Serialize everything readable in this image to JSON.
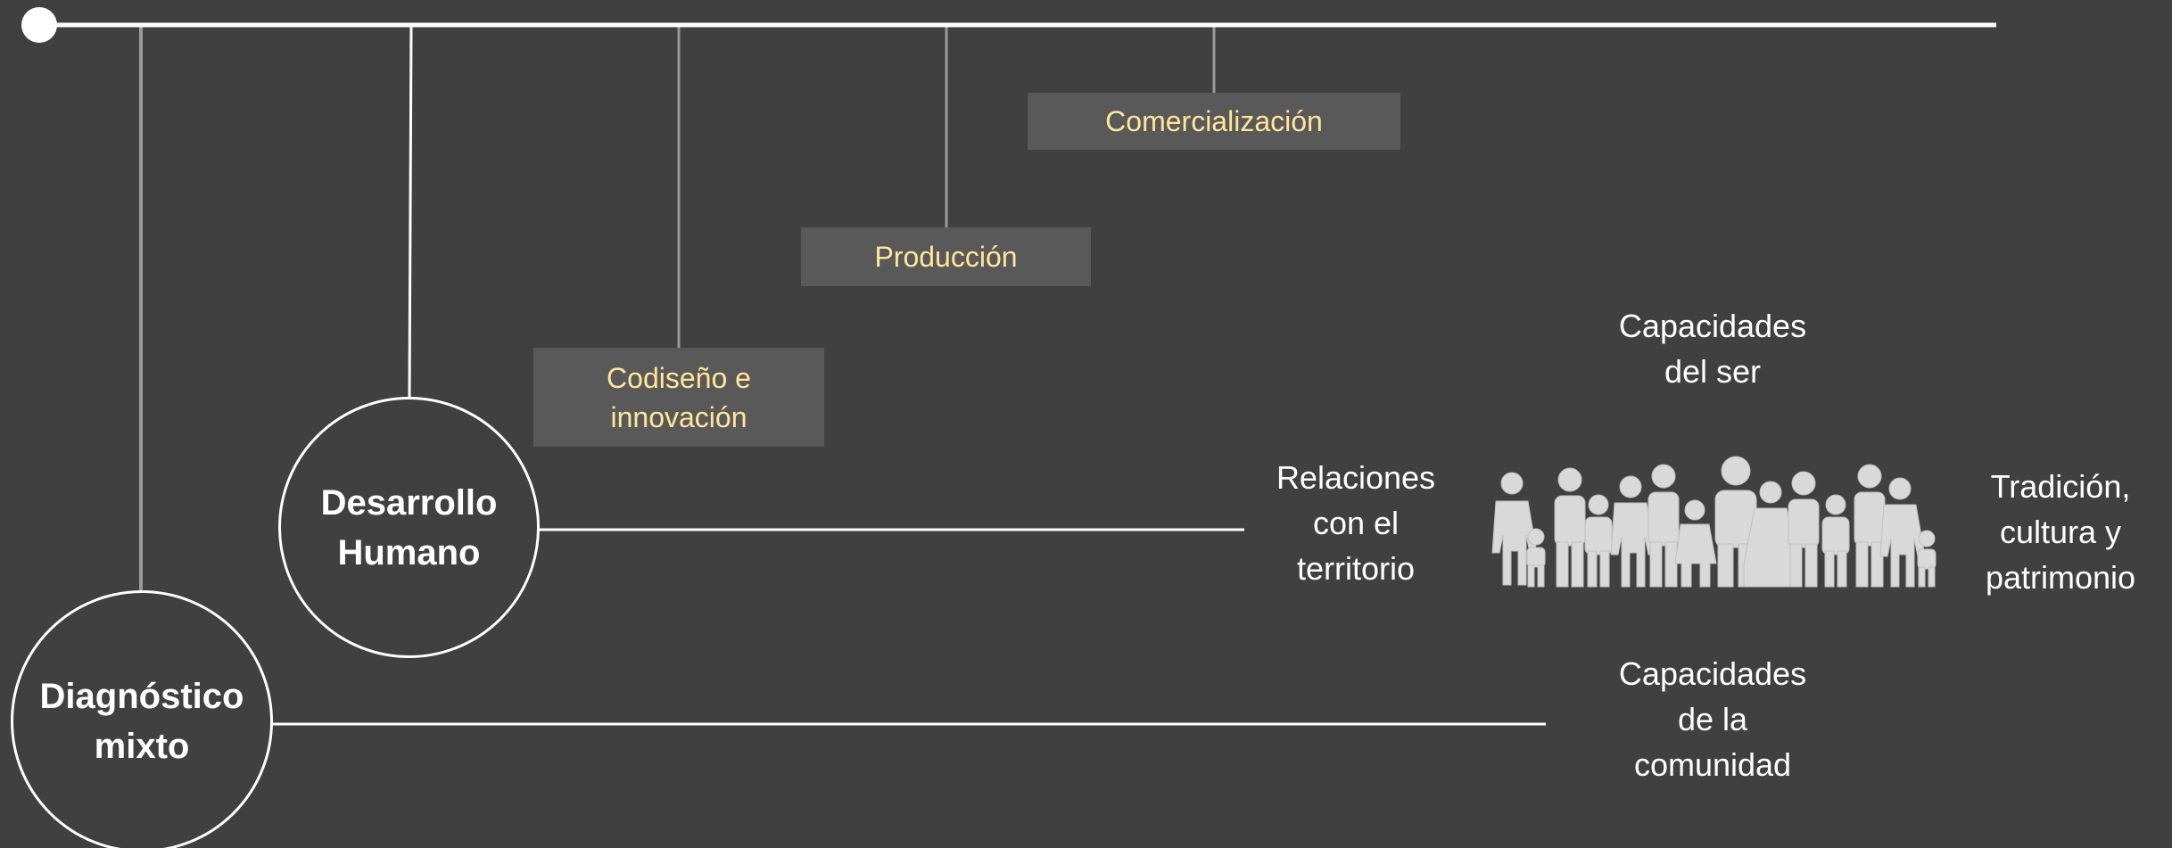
{
  "colors": {
    "background": "#404040",
    "line_main": "#ffffff",
    "line_muted": "#9a9a9a",
    "box_fill": "#595959",
    "box_text": "#ffe699",
    "label_text": "#ffffff",
    "people_fill": "#d9d9d9"
  },
  "nodes": {
    "diagnostico": "Diagnóstico\nmixto",
    "desarrollo": "Desarrollo\nHumano"
  },
  "stages": {
    "codiseno": "Codiseño e\ninnovación",
    "produccion": "Producción",
    "comercializacion": "Comercialización"
  },
  "labels": {
    "capacidades_ser": "Capacidades\ndel ser",
    "relaciones": "Relaciones\ncon el\nterritorio",
    "tradicion": "Tradición,\ncultura y\npatrimonio",
    "capacidades_comunidad": "Capacidades\nde la\ncomunidad"
  },
  "icons": {
    "people": "people-group-icon",
    "timeline_start": "timeline-start-dot-icon"
  }
}
